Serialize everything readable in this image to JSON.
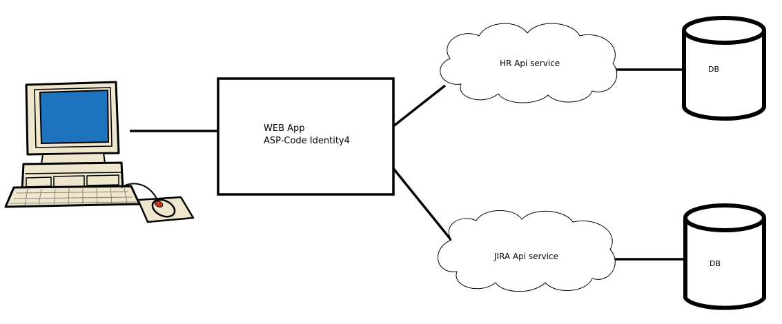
{
  "webapp": {
    "line1": "WEB App",
    "line2": "ASP-Code Identity4"
  },
  "services": {
    "hr": "HR Api service",
    "jira": "JIRA Api service"
  },
  "databases": {
    "hr_db": "DB",
    "jira_db": "DB"
  },
  "colors": {
    "stroke": "#000000",
    "monitor_screen": "#1e73be",
    "computer_body": "#efe6ce",
    "mouse_accent": "#c0392b"
  }
}
